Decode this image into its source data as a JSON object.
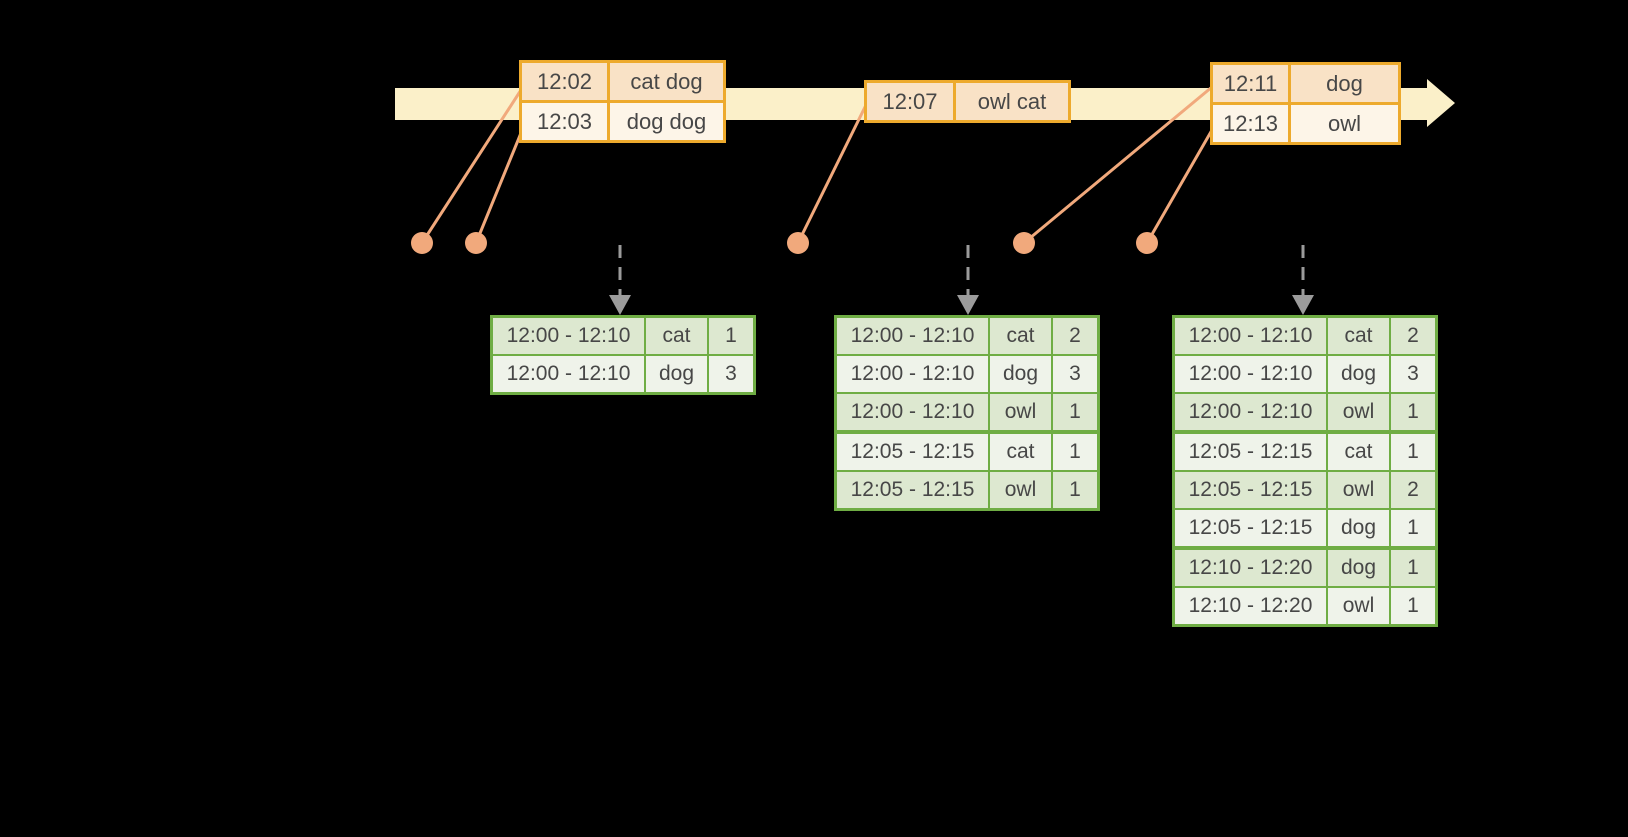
{
  "colors": {
    "background": "#000000",
    "timeline_fill": "#fbf0c9",
    "event_border": "#edaa2d",
    "event_row_dark": "#f9e2c6",
    "event_row_light": "#fdf5e8",
    "connector": "#f1a97c",
    "trigger_arrow": "#9b9b9b",
    "result_border": "#6fad44",
    "result_row_dark": "#dde8d0",
    "result_row_light": "#eff3ea",
    "text": "#474747"
  },
  "input_events": [
    {
      "rows": [
        {
          "time": "12:02",
          "words": "cat dog"
        },
        {
          "time": "12:03",
          "words": "dog dog"
        }
      ]
    },
    {
      "rows": [
        {
          "time": "12:07",
          "words": "owl cat"
        }
      ]
    },
    {
      "rows": [
        {
          "time": "12:11",
          "words": "dog"
        },
        {
          "time": "12:13",
          "words": "owl"
        }
      ]
    }
  ],
  "result_tables": [
    {
      "rows": [
        [
          "12:00 - 12:10",
          "cat",
          "1"
        ],
        [
          "12:00 - 12:10",
          "dog",
          "3"
        ]
      ]
    },
    {
      "rows": [
        [
          "12:00 - 12:10",
          "cat",
          "2"
        ],
        [
          "12:00 - 12:10",
          "dog",
          "3"
        ],
        [
          "12:00 - 12:10",
          "owl",
          "1"
        ],
        [
          "12:05 - 12:15",
          "cat",
          "1"
        ],
        [
          "12:05 - 12:15",
          "owl",
          "1"
        ]
      ]
    },
    {
      "rows": [
        [
          "12:00 - 12:10",
          "cat",
          "2"
        ],
        [
          "12:00 - 12:10",
          "dog",
          "3"
        ],
        [
          "12:00 - 12:10",
          "owl",
          "1"
        ],
        [
          "12:05 - 12:15",
          "cat",
          "1"
        ],
        [
          "12:05 - 12:15",
          "owl",
          "2"
        ],
        [
          "12:05 - 12:15",
          "dog",
          "1"
        ],
        [
          "12:10 - 12:20",
          "dog",
          "1"
        ],
        [
          "12:10 - 12:20",
          "owl",
          "1"
        ]
      ]
    }
  ]
}
